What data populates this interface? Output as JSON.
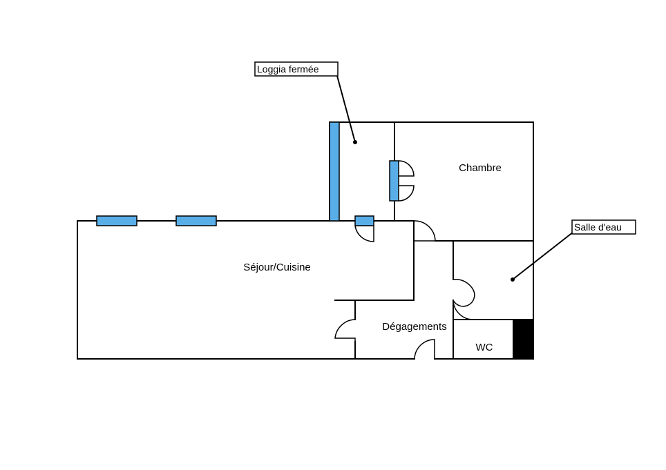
{
  "colors": {
    "window": "#5aaee8",
    "wall": "#000000",
    "background": "#ffffff"
  },
  "rooms": {
    "sejour": "Séjour/Cuisine",
    "chambre": "Chambre",
    "degagements": "Dégagements",
    "wc": "WC"
  },
  "callouts": {
    "loggia": "Loggia fermée",
    "salle_eau": "Salle d'eau"
  }
}
